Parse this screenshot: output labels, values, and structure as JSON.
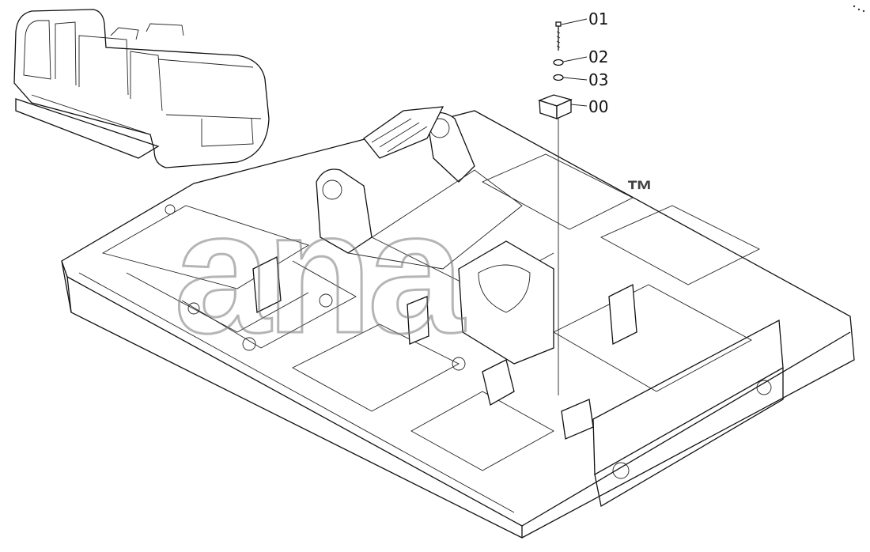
{
  "callouts": [
    {
      "id": "01",
      "text": "01"
    },
    {
      "id": "02",
      "text": "02"
    },
    {
      "id": "03",
      "text": "03"
    },
    {
      "id": "00",
      "text": "00"
    }
  ],
  "watermark": {
    "text": "ana",
    "trademark": "™"
  },
  "colors": {
    "line": "#111111",
    "watermark": "#7a7a7a",
    "background": "#ffffff"
  }
}
